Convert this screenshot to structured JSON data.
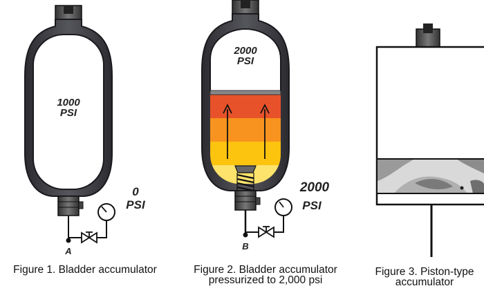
{
  "figure1": {
    "gas_pressure_value": "1000",
    "gas_pressure_unit": "PSI",
    "fluid_pressure_value": "0",
    "fluid_pressure_unit": "PSI",
    "point_label": "A",
    "caption": "Figure 1. Bladder accumulator"
  },
  "figure2": {
    "gas_pressure_value": "2000",
    "gas_pressure_unit": "PSI",
    "fluid_pressure_value": "2000",
    "fluid_pressure_unit": "PSI",
    "point_label": "B",
    "caption_line1": "Figure 2. Bladder accumulator",
    "caption_line2": "pressurized to 2,000 psi"
  },
  "figure3": {
    "caption_line1": "Figure 3. Piston-type",
    "caption_line2": "accumulator"
  },
  "colors": {
    "shell": "#3a3a3f",
    "bladder_fill": "#ffffff",
    "fluid_top": "#e8522a",
    "fluid_mid": "#f7931e",
    "fluid_low": "#fcc30f",
    "fluid_bottom": "#fde36b"
  }
}
